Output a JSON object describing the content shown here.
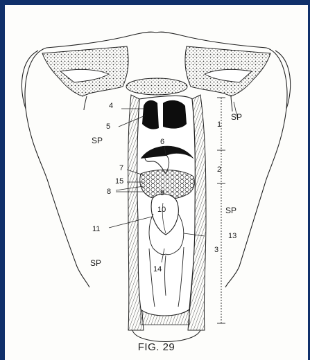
{
  "figure": {
    "caption": "FIG. 29",
    "region_labels": {
      "sp_upper_left": "SP",
      "sp_upper_right": "SP",
      "sp_mid_right": "SP",
      "sp_lower_left": "SP"
    },
    "numbers": {
      "n1": "1",
      "n2": "2",
      "n3": "3",
      "n4": "4",
      "n5": "5",
      "n6": "6",
      "n7": "7",
      "n8": "8",
      "n9": "9",
      "n10": "10",
      "n11": "11",
      "n13": "13",
      "n14": "14",
      "n15": "15"
    }
  }
}
